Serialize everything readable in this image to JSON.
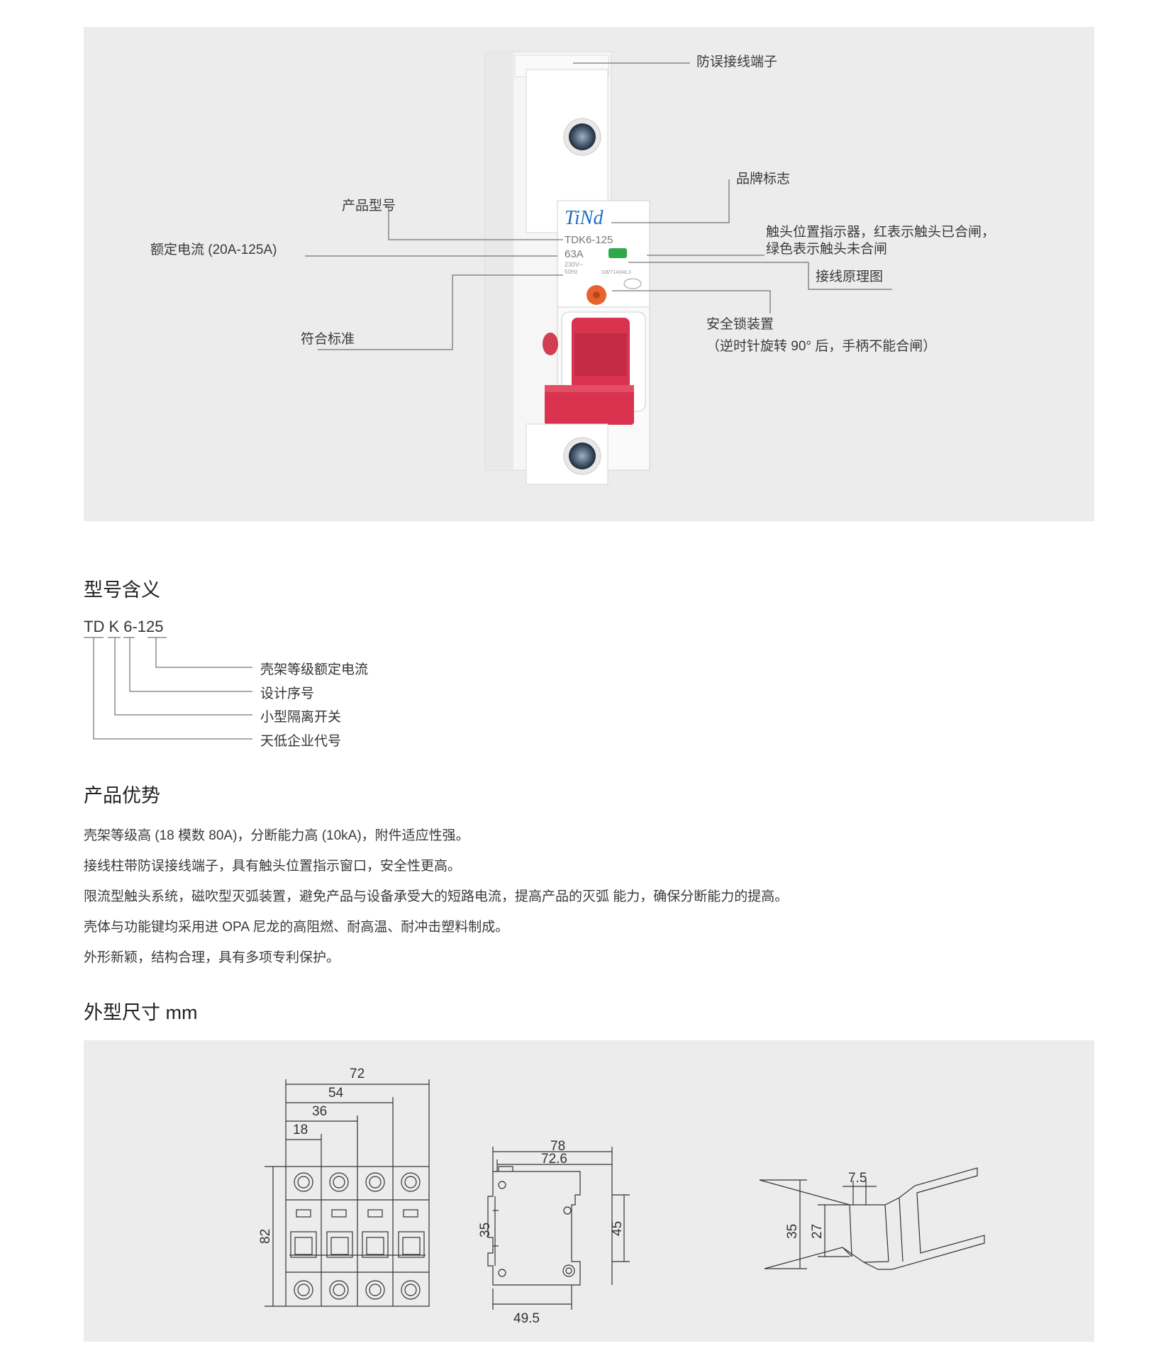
{
  "product_diagram": {
    "callouts": {
      "anti_miswiring": "防误接线端子",
      "brand_logo": "品牌标志",
      "model": "产品型号",
      "rated_current": "额定电流 (20A-125A)",
      "indicator_line1": "触头位置指示器，红表示触头已合闸，",
      "indicator_line2": "绿色表示触头未合闸",
      "wiring_diagram": "接线原理图",
      "standard": "符合标准",
      "lock_line1": "安全锁装置",
      "lock_line2": "（逆时针旋转 90° 后，手柄不能合闸）"
    },
    "device_labels": {
      "brand": "TiNd",
      "model": "TDK6-125",
      "current": "63A",
      "voltage": "230V~",
      "freq": "50Hz",
      "standard": "GB/T14048.3"
    },
    "colors": {
      "handle": "#d9334f",
      "indicator": "#2ea84a",
      "lock": "#e8622d",
      "brand": "#1e6fc4"
    }
  },
  "model_meaning": {
    "title": "型号含义",
    "code": "TD K 6-125",
    "items": [
      "壳架等级额定电流",
      "设计序号",
      "小型隔离开关",
      "天低企业代号"
    ]
  },
  "advantages": {
    "title": "产品优势",
    "items": [
      "壳架等级高 (18 模数 80A)，分断能力高 (10kA)，附件适应性强。",
      "接线柱带防误接线端子，具有触头位置指示窗口，安全性更高。",
      "限流型触头系统，磁吹型灭弧装置，避免产品与设备承受大的短路电流，提高产品的灭弧 能力，确保分断能力的提高。",
      "壳体与功能键均采用进 OPA 尼龙的高阻燃、耐高温、耐冲击塑料制成。",
      "外形新颖，结构合理，具有多项专利保护。"
    ]
  },
  "dimensions": {
    "title": "外型尺寸 mm",
    "front": {
      "w72": "72",
      "w54": "54",
      "w36": "36",
      "w18": "18",
      "h82": "82"
    },
    "side": {
      "d78": "78",
      "d72_6": "72.6",
      "h35": "35",
      "h45": "45",
      "d49_5": "49.5"
    },
    "rail": {
      "w7_5": "7.5",
      "h35": "35",
      "h27": "27"
    }
  }
}
